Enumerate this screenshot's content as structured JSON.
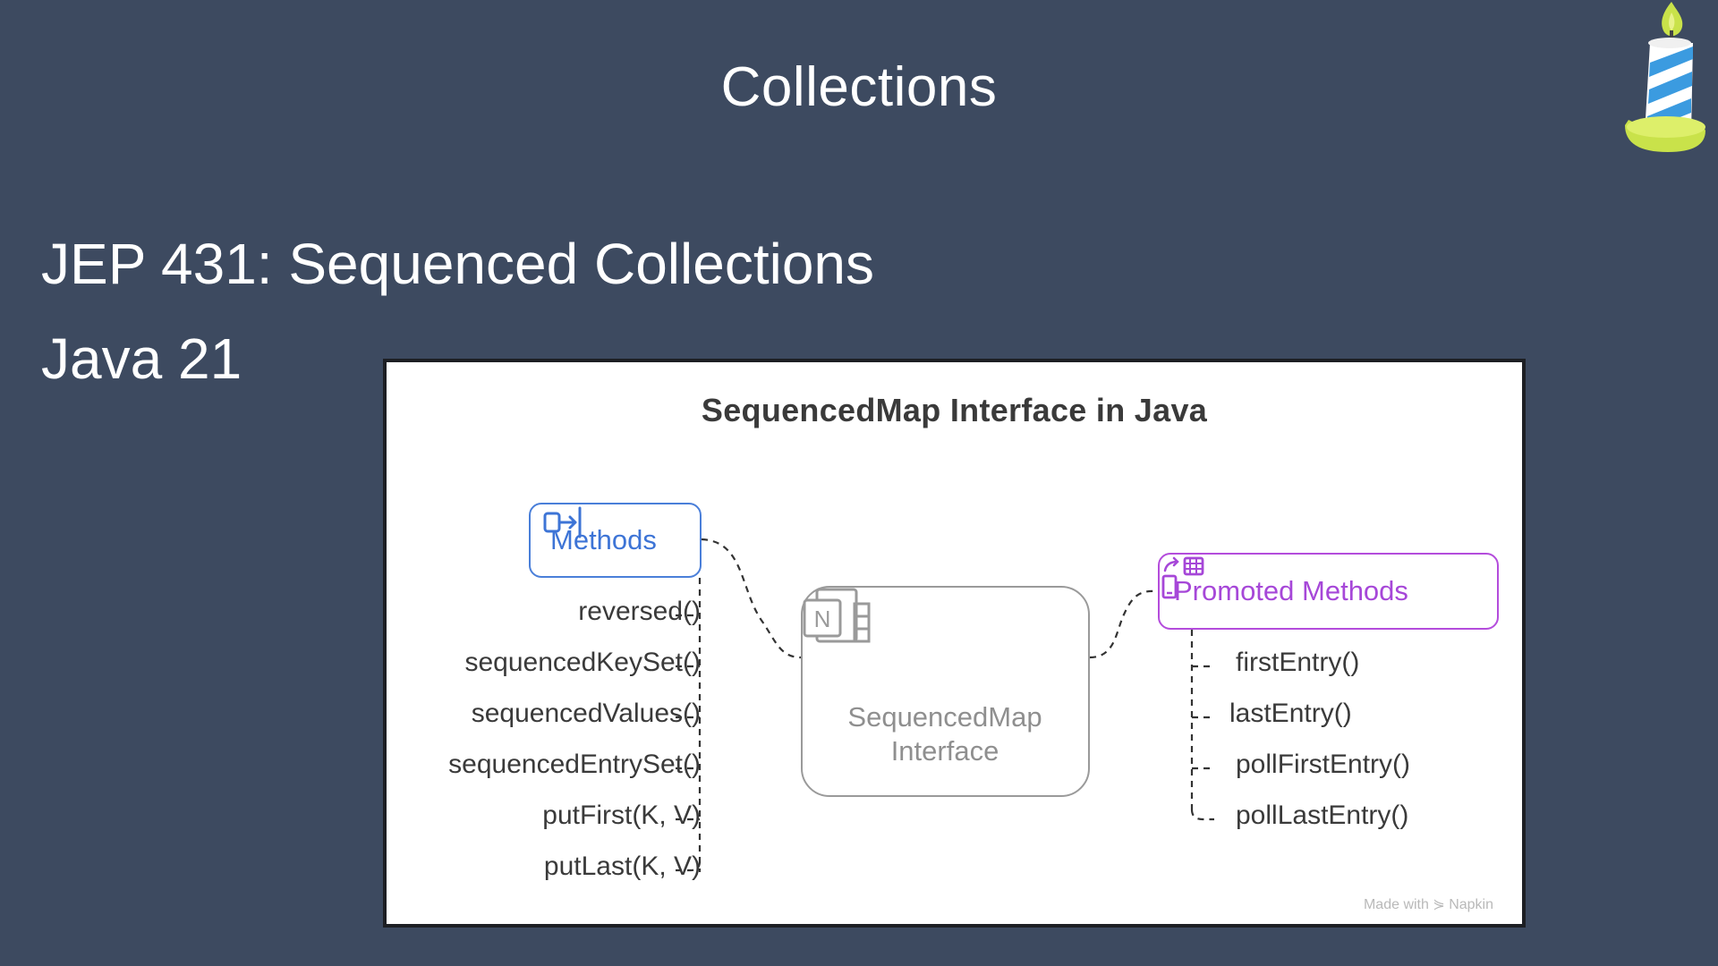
{
  "slide": {
    "title": "Collections",
    "subtitle_line1": "JEP 431: Sequenced Collections",
    "subtitle_line2": "Java 21",
    "decoration_icon": "birthday-candle-icon"
  },
  "diagram": {
    "title": "SequencedMap Interface in Java",
    "methods_label": "Methods",
    "methods_icon": "exit-arrow-icon",
    "center_label_line1": "SequencedMap",
    "center_label_line2": "Interface",
    "center_icon": "notion-icon",
    "promoted_label": "Promoted Methods",
    "promoted_icon": "devices-swap-icon",
    "methods": [
      "reversed()",
      "sequencedKeySet()",
      "sequencedValues()",
      "sequencedEntrySet()",
      "putFirst(K, V)",
      "putLast(K, V)"
    ],
    "promoted_methods": [
      "firstEntry()",
      "lastEntry()",
      "pollFirstEntry()",
      "pollLastEntry()"
    ],
    "watermark": "Made with ⋟ Napkin",
    "colors": {
      "methods": "#4a7fd9",
      "promoted": "#b44cdc",
      "center": "#9a9a9a"
    }
  }
}
